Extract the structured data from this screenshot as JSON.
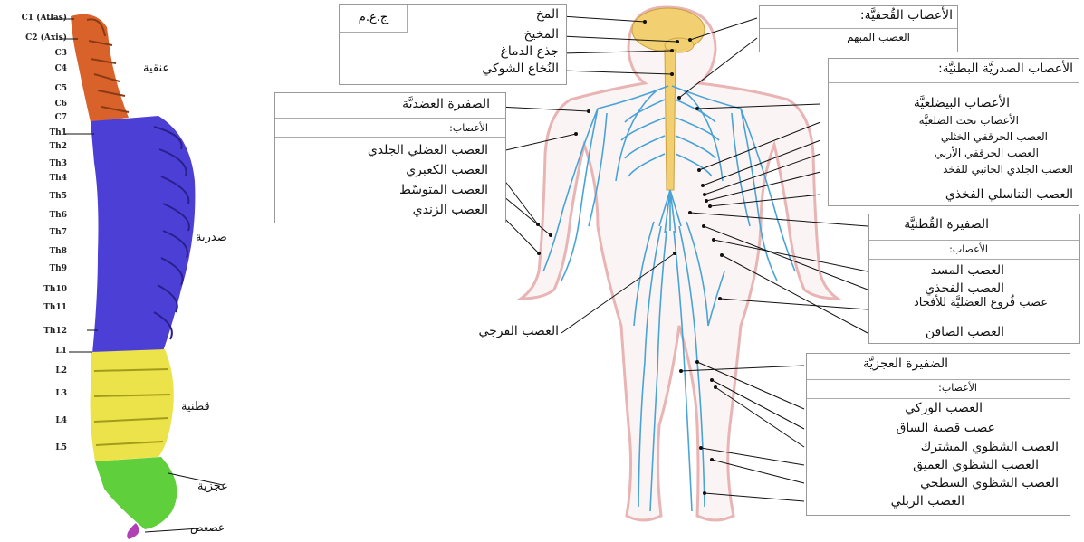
{
  "spine": {
    "vertebrae": [
      "C1 (Atlas)",
      "C2 (Axis)",
      "C3",
      "C4",
      "C5",
      "C6",
      "C7",
      "Th1",
      "Th2",
      "Th3",
      "Th4",
      "Th5",
      "Th6",
      "Th7",
      "Th8",
      "Th9",
      "Th10",
      "Th11",
      "Th12",
      "L1",
      "L2",
      "L3",
      "L4",
      "L5"
    ],
    "regions": {
      "cervical": "عنقية",
      "thoracic": "صدرية",
      "lumbar": "قطنية",
      "sacral": "عجزية",
      "coccyx": "عصعص"
    },
    "colors": {
      "cervical": "#d9622b",
      "thoracic": "#4b3fd6",
      "lumbar": "#ece24a",
      "sacral": "#5fcf3c",
      "coccyx": "#b13fb5"
    }
  },
  "cns": {
    "tag": "ج.ع.م",
    "items": [
      "المخ",
      "المخيخ",
      "جذع الدماغ",
      "النُخاع الشوكي"
    ]
  },
  "cranial": {
    "title": "الأعصاب القُحفيَّة:",
    "items": [
      "العصب المبهم"
    ]
  },
  "thoracoabdominal": {
    "title": "الأعصاب الصدريَّة البطنيَّة:",
    "items": [
      "الأعصاب البيضلعيَّة",
      "الأعصاب تحت الضلعيَّة",
      "العصب الحرقفي الخثلي",
      "العصب الحرقفي الأربي",
      "العصب الجلدي الجانبي للفخذ",
      "العصب التناسلي الفخذي"
    ]
  },
  "brachial": {
    "title": "الضفيرة العضديَّة",
    "subtitle": "الأعصاب:",
    "items": [
      "العصب العضلي الجلدي",
      "العصب الكعبري",
      "العصب المتوسّط",
      "العصب الزندي"
    ]
  },
  "lumbar": {
    "title": "الضفيرة القُطنيَّة",
    "subtitle": "الأعصاب:",
    "items": [
      "العصب المسد",
      "العصب الفخذي",
      "عصب فُروع العضليَّة للأفخاذ",
      "العصب الصافن"
    ]
  },
  "pudendal": {
    "label": "العصب الفرجي"
  },
  "sacral": {
    "title": "الضفيرة العجزيَّة",
    "subtitle": "الأعصاب:",
    "items": [
      "العصب الوركي",
      "عصب قصبة الساق",
      "العصب الشظوي المشترك",
      "العصب الشظوي العميق",
      "العصب الشظوي السطحي",
      "العصب الربلي"
    ]
  },
  "colors": {
    "nerve": "#4aa3d6",
    "body_outline": "#e8b4b4",
    "brain": "#f2cf70",
    "cord": "#f2cf70"
  }
}
